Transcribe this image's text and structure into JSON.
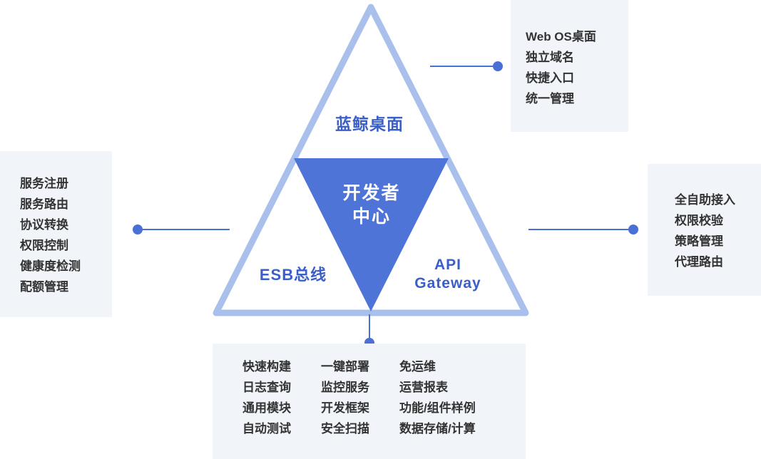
{
  "colors": {
    "triangle_outline": "#aac0ec",
    "inner_triangle": "#4f74d8",
    "label_blue": "#3a5fc8",
    "center_text": "#ffffff",
    "callout_bg": "#f1f4f9",
    "callout_text": "#333333",
    "connector": "#4a70d6"
  },
  "triangle": {
    "top_label": "蓝鲸桌面",
    "center_label_line1": "开发者",
    "center_label_line2": "中心",
    "left_label": "ESB总线",
    "right_label_line1": "API",
    "right_label_line2": "Gateway"
  },
  "callouts": {
    "top_right": {
      "items": [
        "Web OS桌面",
        "独立域名",
        "快捷入口",
        "统一管理"
      ]
    },
    "left": {
      "items": [
        "服务注册",
        "服务路由",
        "协议转换",
        "权限控制",
        "健康度检测",
        "配额管理"
      ]
    },
    "right": {
      "items": [
        "全自助接入",
        "权限校验",
        "策略管理",
        "代理路由"
      ]
    },
    "bottom": {
      "columns": [
        [
          "快速构建",
          "日志查询",
          "通用模块",
          "自动测试"
        ],
        [
          "一键部署",
          "监控服务",
          "开发框架",
          "安全扫描"
        ],
        [
          "免运维",
          "运营报表",
          "功能/组件样例",
          "数据存储/计算"
        ]
      ]
    }
  }
}
